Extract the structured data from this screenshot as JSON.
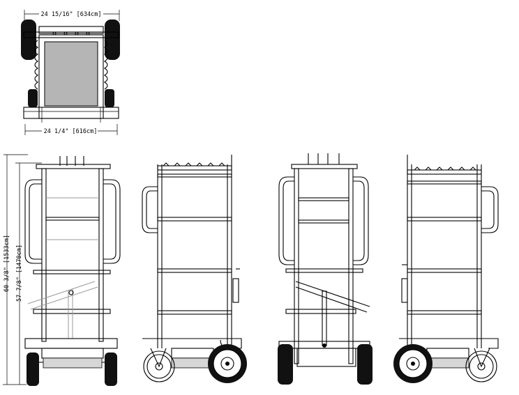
{
  "dimensions": {
    "top_width": "24 15/16\" [634cm]",
    "bottom_width": "24 1/4\" [616cm]",
    "overall_height": "60 3/8\" [1533cm]",
    "frame_height": "57 7/8\" [1470cm]"
  },
  "views": [
    "top",
    "front",
    "left-side",
    "rear",
    "right-side"
  ],
  "colors": {
    "line": "#000000",
    "panel_fill": "#b5b5b5",
    "tire": "#111111",
    "ghost": "#999999"
  }
}
